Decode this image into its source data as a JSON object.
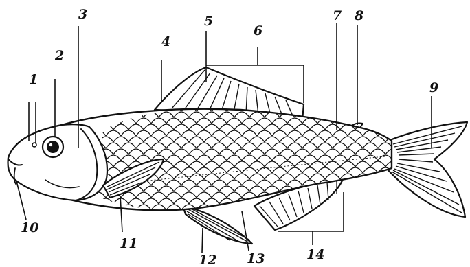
{
  "diagram": {
    "labels": [
      "1",
      "2",
      "3",
      "4",
      "5",
      "6",
      "7",
      "8",
      "9",
      "10",
      "11",
      "12",
      "13",
      "14"
    ]
  },
  "colors": {
    "ink": "#111111",
    "paper": "#ffffff"
  }
}
